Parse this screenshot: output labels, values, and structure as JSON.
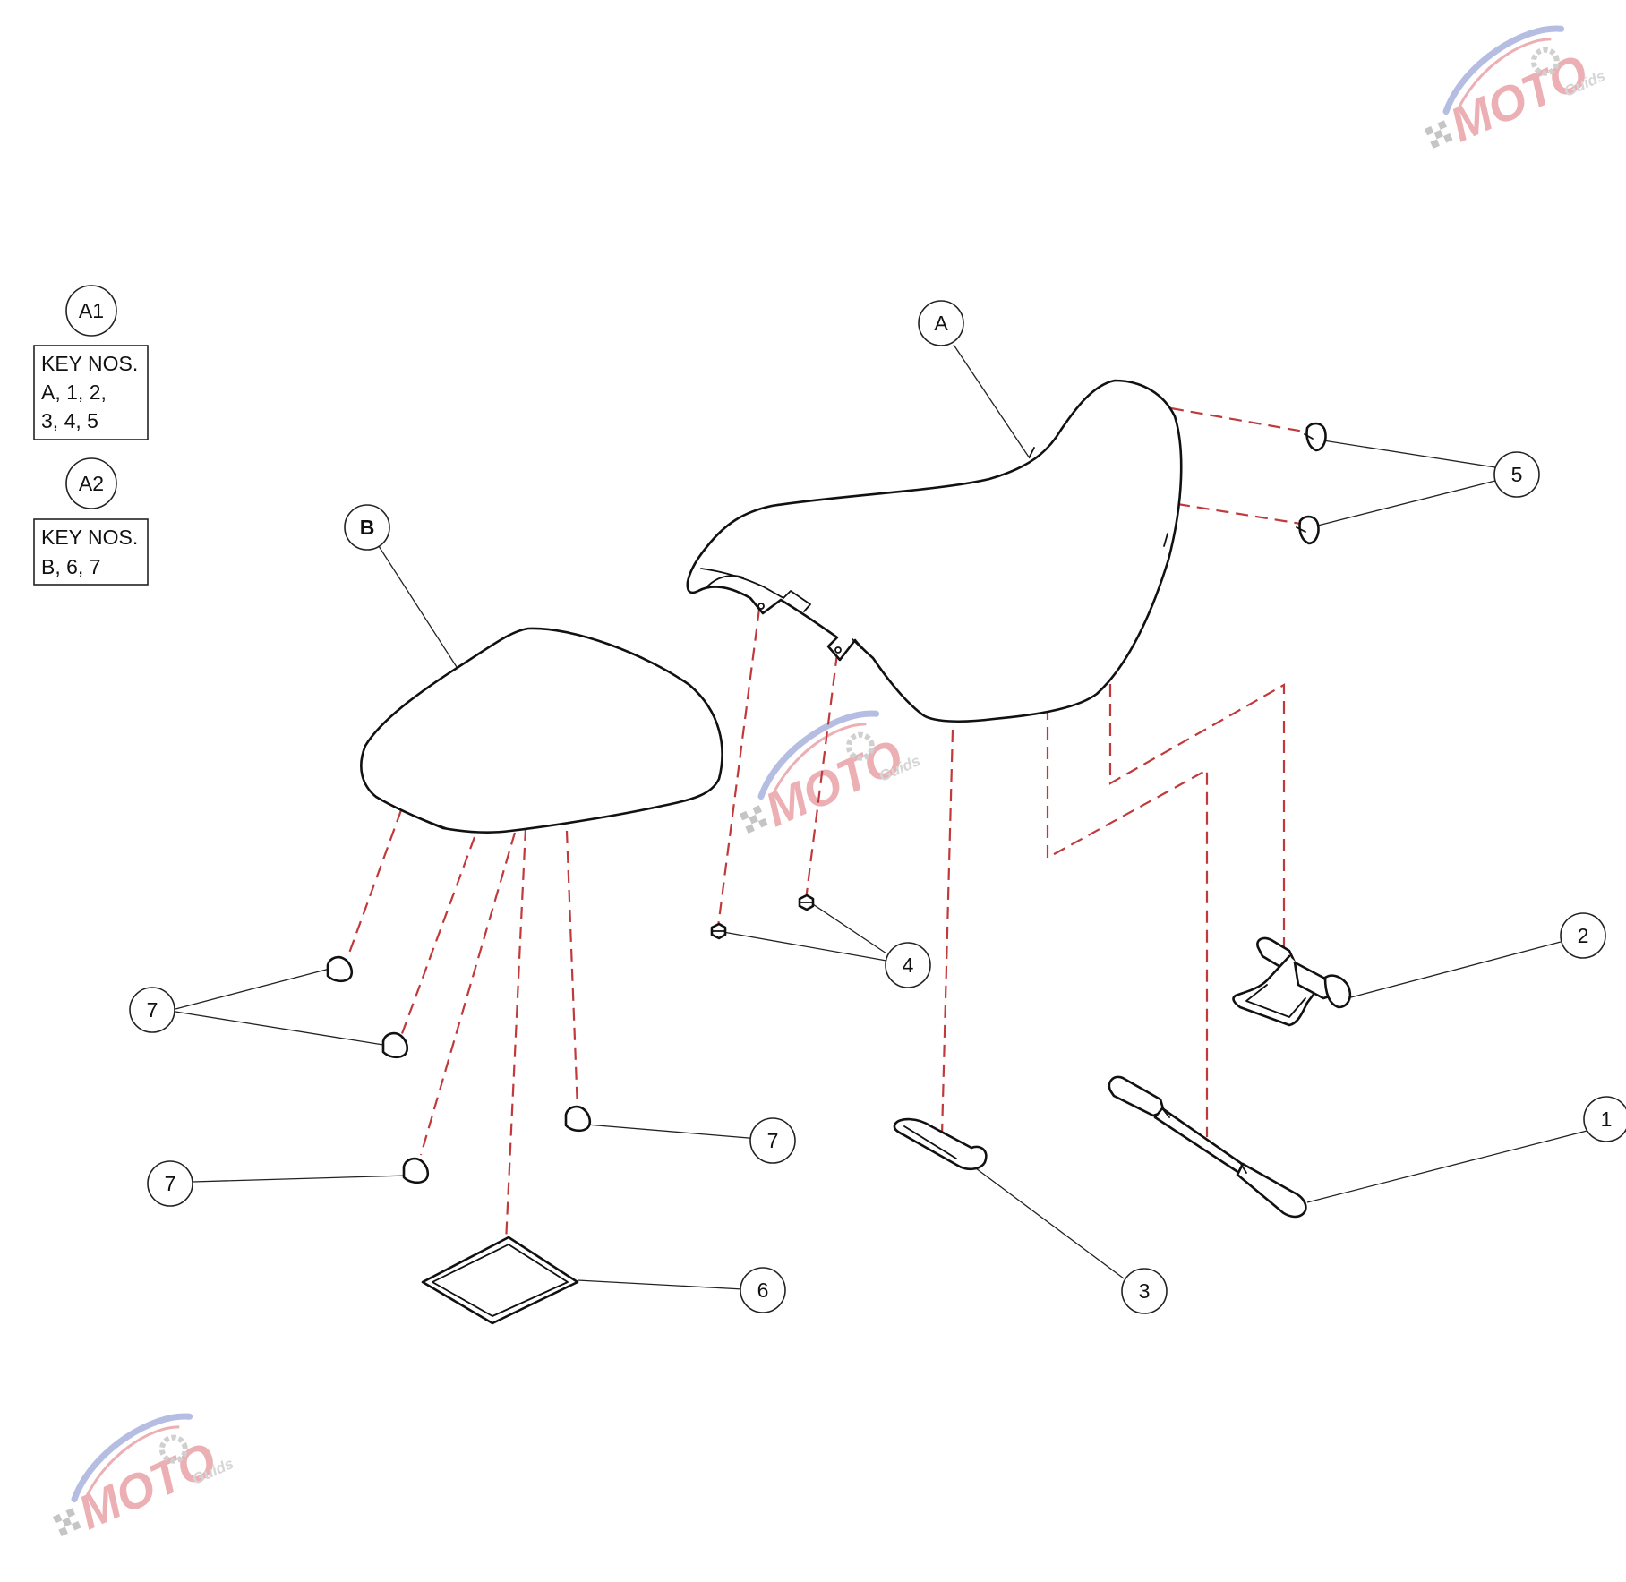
{
  "colors": {
    "line": "#111111",
    "hidden_line": "#c0393b",
    "watermark_red": "#e8a2a8",
    "watermark_blue": "#a9b3de"
  },
  "key_groups": [
    {
      "label": "A1",
      "title": "KEY NOS.",
      "lines": [
        "A, 1, 2,",
        "3, 4, 5"
      ]
    },
    {
      "label": "A2",
      "title": "KEY NOS.",
      "lines": [
        "B, 6, 7"
      ]
    }
  ],
  "callouts": {
    "A": "A",
    "B": "B",
    "1": "1",
    "2": "2",
    "3": "3",
    "4": "4",
    "5": "5",
    "6": "6",
    "7": "7"
  },
  "watermark": {
    "logo_text": "MOTO",
    "tag_text": "Guids",
    "icon": "racing-flag-gear-logo"
  }
}
